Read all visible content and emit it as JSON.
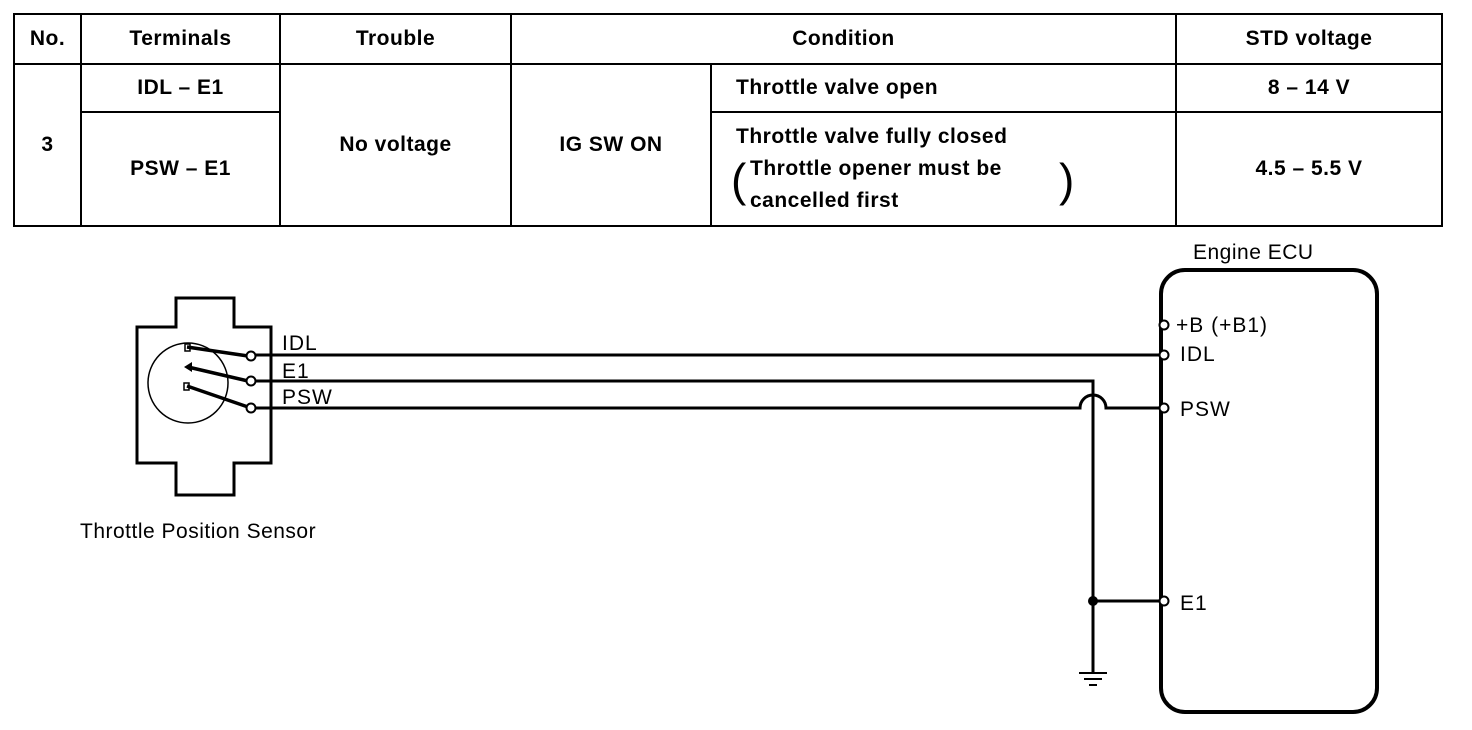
{
  "table": {
    "headers": {
      "no": "No.",
      "terminals": "Terminals",
      "trouble": "Trouble",
      "condition": "Condition",
      "std_voltage": "STD voltage"
    },
    "row": {
      "no": "3",
      "trouble": "No voltage",
      "ig_condition": "IG SW ON",
      "entries": [
        {
          "terminals": "IDL – E1",
          "condition": "Throttle valve open",
          "voltage": "8 – 14 V"
        },
        {
          "terminals": "PSW – E1",
          "condition_line1": "Throttle valve fully closed",
          "condition_line2": "Throttle opener must be",
          "condition_line3": "cancelled first",
          "voltage": "4.5 – 5.5 V"
        }
      ]
    }
  },
  "diagram": {
    "sensor_label": "Throttle Position Sensor",
    "ecu_label": "Engine ECU",
    "sensor_pins": [
      "IDL",
      "E1",
      "PSW"
    ],
    "ecu_pins": [
      "+B (+B1)",
      "IDL",
      "PSW",
      "E1"
    ]
  }
}
